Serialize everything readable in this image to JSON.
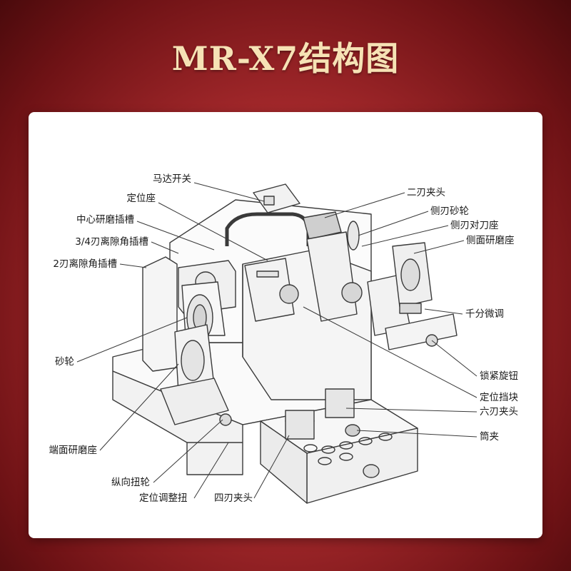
{
  "title": "MR-X7结构图",
  "labels": {
    "motor_switch": "马达开关",
    "locating_seat": "定位座",
    "center_slot": "中心研磨插槽",
    "slot_34": "3/4刃离隙角插槽",
    "slot_2": "2刃离隙角插槽",
    "wheel": "砂轮",
    "end_seat": "端面研磨座",
    "longitudinal_knob": "纵向扭轮",
    "adjust_knob": "定位调整扭",
    "four_chuck": "四刃夹头",
    "two_chuck": "二刃夹头",
    "side_wheel": "侧刃砂轮",
    "side_tool_seat": "侧刃对刀座",
    "side_grind_seat": "侧面研磨座",
    "micrometer": "千分微调",
    "lock_knob": "锁紧旋钮",
    "stop_block": "定位挡块",
    "six_chuck": "六刃夹头",
    "collet": "筒夹"
  },
  "colors": {
    "title": "#f6e2b5",
    "line": "#3a3a3a",
    "panel": "#ffffff"
  }
}
